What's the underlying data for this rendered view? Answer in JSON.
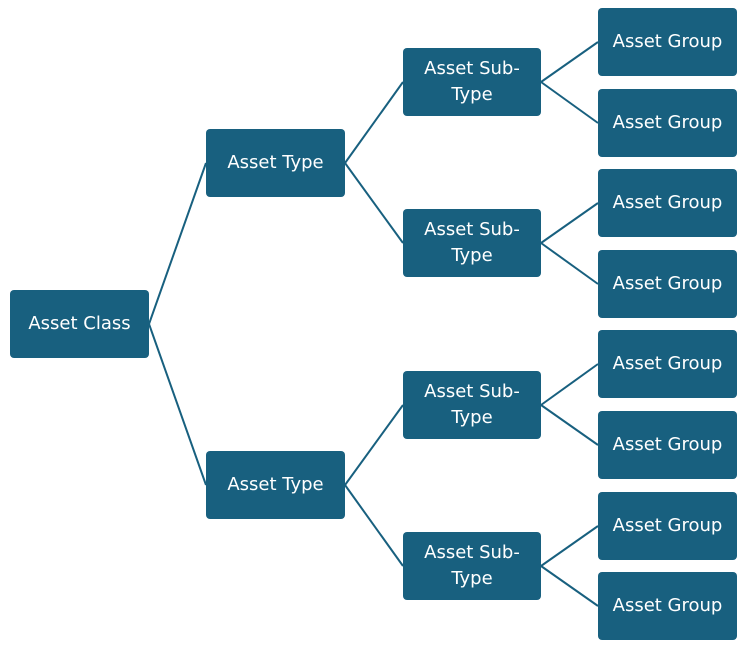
{
  "diagram": {
    "root": {
      "label": "Asset Class"
    },
    "types": [
      {
        "label": "Asset Type",
        "subtypes": [
          {
            "label": "Asset Sub-Type",
            "groups": [
              "Asset Group",
              "Asset Group"
            ]
          },
          {
            "label": "Asset Sub-Type",
            "groups": [
              "Asset Group",
              "Asset Group"
            ]
          }
        ]
      },
      {
        "label": "Asset Type",
        "subtypes": [
          {
            "label": "Asset Sub-Type",
            "groups": [
              "Asset Group",
              "Asset Group"
            ]
          },
          {
            "label": "Asset Sub-Type",
            "groups": [
              "Asset Group",
              "Asset Group"
            ]
          }
        ]
      }
    ]
  },
  "colors": {
    "node_fill": "#18607f",
    "node_text": "#ffffff",
    "connector": "#18607f",
    "background": "#ffffff"
  }
}
